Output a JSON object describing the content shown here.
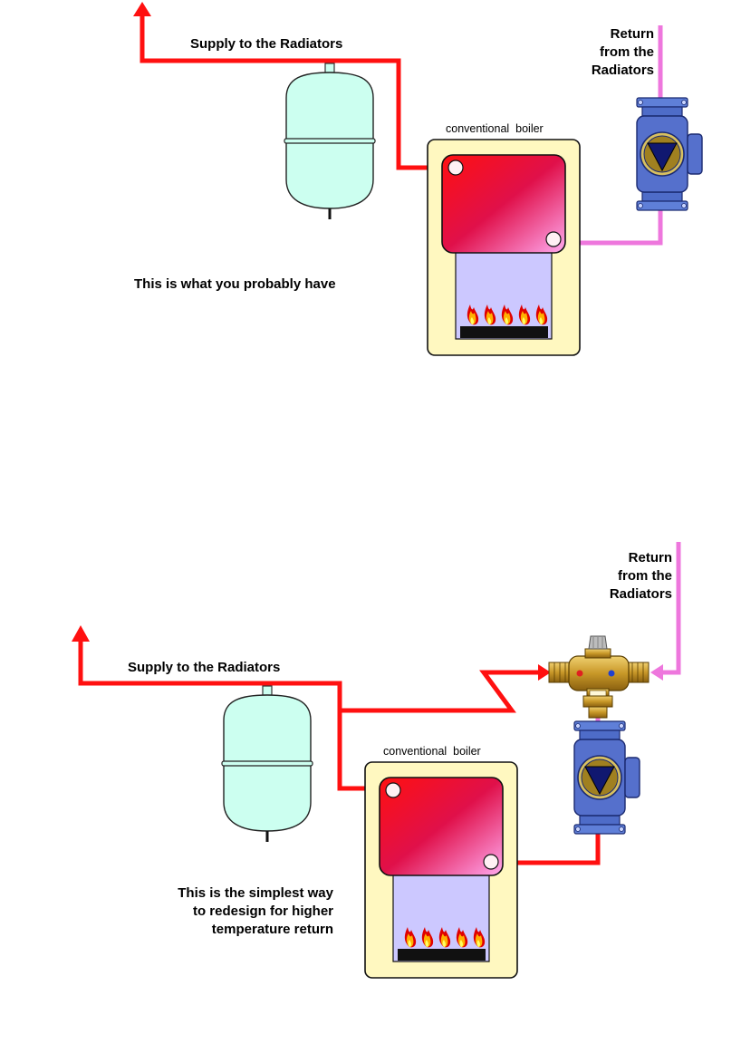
{
  "diagram_top": {
    "supply_label": "Supply to the Radiators",
    "return_label": [
      "Return",
      "from the",
      "Radiators"
    ],
    "boiler_label": "conventional  boiler",
    "caption": "This is what you probably have"
  },
  "diagram_bottom": {
    "supply_label": "Supply to the Radiators",
    "return_label": [
      "Return",
      "from the",
      "Radiators"
    ],
    "boiler_label": "conventional  boiler",
    "caption": [
      "This is the simplest way",
      "to redesign for higher",
      "temperature return"
    ]
  },
  "colors": {
    "supply_pipe": "#ff1010",
    "return_pipe": "#ee77dd",
    "expansion_vessel": "#ccfff0",
    "boiler_casing": "#fff8c0",
    "combustion_chamber": "#ccc8ff",
    "pump_body": "#5570cc",
    "pump_triangle": "#101870",
    "valve_brass": "#c8a030"
  },
  "icons": [
    "expansion-vessel-icon",
    "boiler-icon",
    "flame-icon",
    "circulator-pump-icon",
    "thermostatic-mixing-valve-icon"
  ]
}
